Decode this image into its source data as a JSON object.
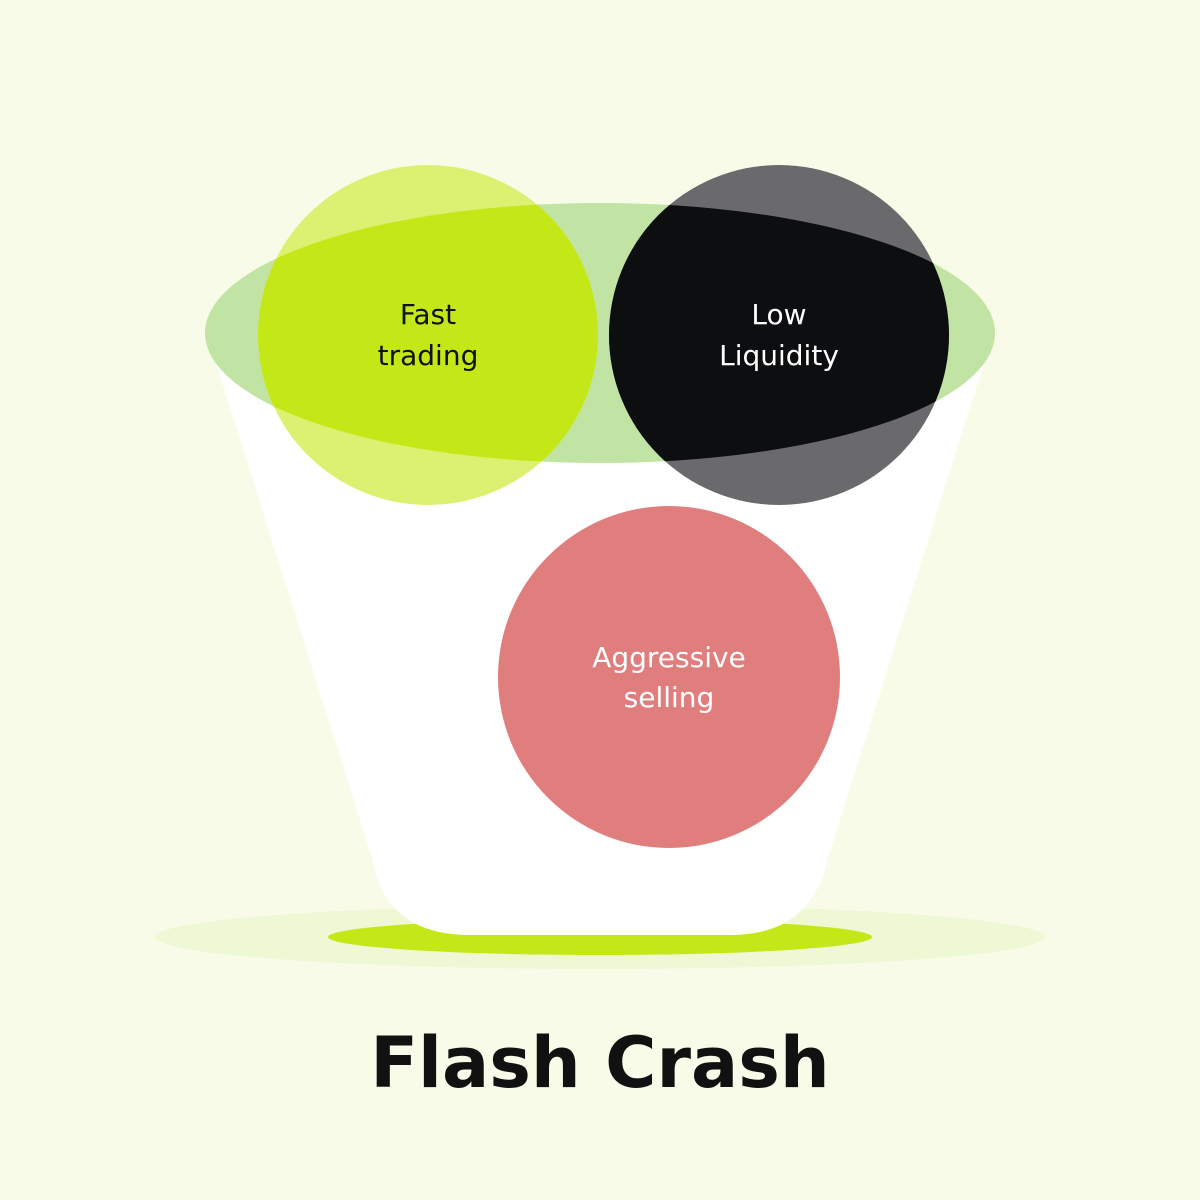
{
  "title": "Flash Crash",
  "circles": [
    {
      "line1": "Fast",
      "line2": "trading"
    },
    {
      "line1": "Low",
      "line2": "Liquidity"
    },
    {
      "line1": "Aggressive",
      "line2": "selling"
    }
  ],
  "colors": {
    "background": "#f7fbe8",
    "cup_body": "#ffffff",
    "cup_rim": "#c1e4a4",
    "cup_shadow": "#c4e817",
    "fast_trading": "#c4e817",
    "low_liquidity": "#0d0e10",
    "aggressive_selling": "#e07d7d",
    "dark_text": "#111111",
    "light_text": "#ffffff"
  }
}
